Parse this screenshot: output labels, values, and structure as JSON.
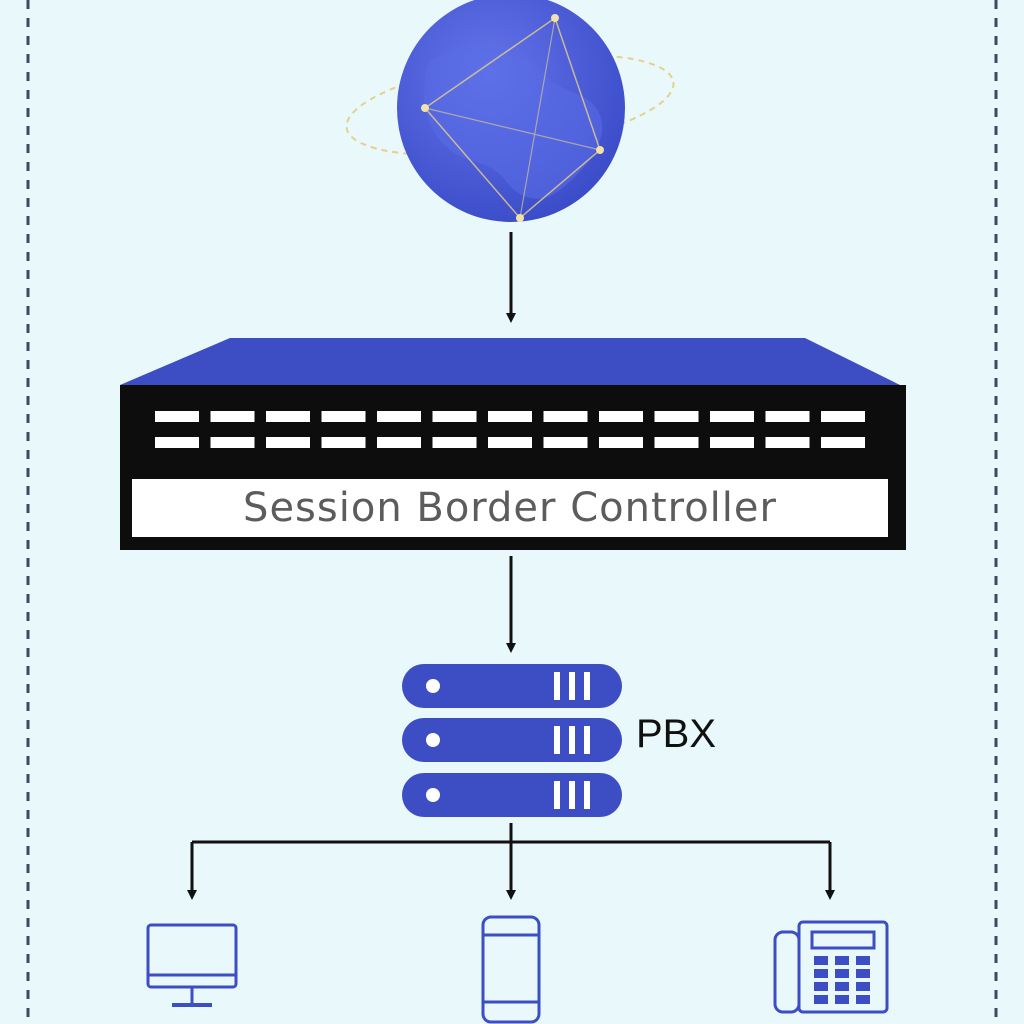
{
  "diagram": {
    "sbc_label": "Session Border Controller",
    "pbx_label": "PBX",
    "nodes": [
      {
        "id": "internet",
        "icon": "globe-icon"
      },
      {
        "id": "sbc",
        "icon": "network-switch-icon"
      },
      {
        "id": "pbx",
        "icon": "server-stack-icon"
      },
      {
        "id": "desktop",
        "icon": "desktop-computer-icon"
      },
      {
        "id": "mobile",
        "icon": "smartphone-icon"
      },
      {
        "id": "desk-phone",
        "icon": "desk-phone-icon"
      }
    ],
    "edges": [
      {
        "from": "internet",
        "to": "sbc"
      },
      {
        "from": "sbc",
        "to": "pbx"
      },
      {
        "from": "pbx",
        "to": "desktop"
      },
      {
        "from": "pbx",
        "to": "mobile"
      },
      {
        "from": "pbx",
        "to": "desk-phone"
      }
    ]
  },
  "colors": {
    "background": "#e9f8fb",
    "accent_blue": "#3d4dc4",
    "globe_blue": "#4b5fdc",
    "device_black": "#0d0d0d",
    "orbit_gold": "#e6d08a"
  }
}
